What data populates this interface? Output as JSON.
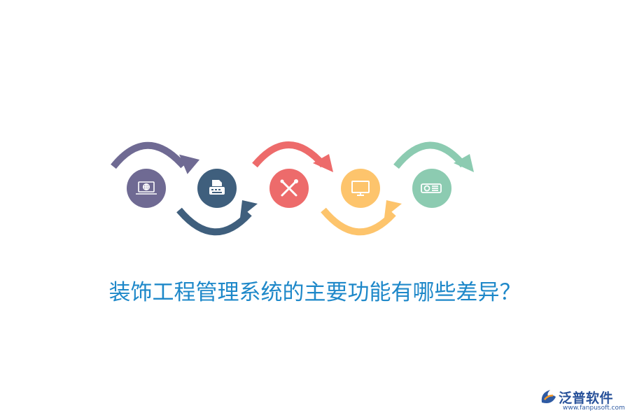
{
  "title": "装饰工程管理系统的主要功能有哪些差异？",
  "steps": [
    {
      "icon": "laptop-globe-icon",
      "color": "#6f6a93"
    },
    {
      "icon": "typewriter-icon",
      "color": "#3f5f7d"
    },
    {
      "icon": "tools-icon",
      "color": "#ed6b6b"
    },
    {
      "icon": "monitor-icon",
      "color": "#fdc46c"
    },
    {
      "icon": "projector-icon",
      "color": "#8ccbb1"
    }
  ],
  "brand": {
    "name": "泛普软件",
    "url": "www.fanpusoft.com",
    "color": "#29529a"
  }
}
